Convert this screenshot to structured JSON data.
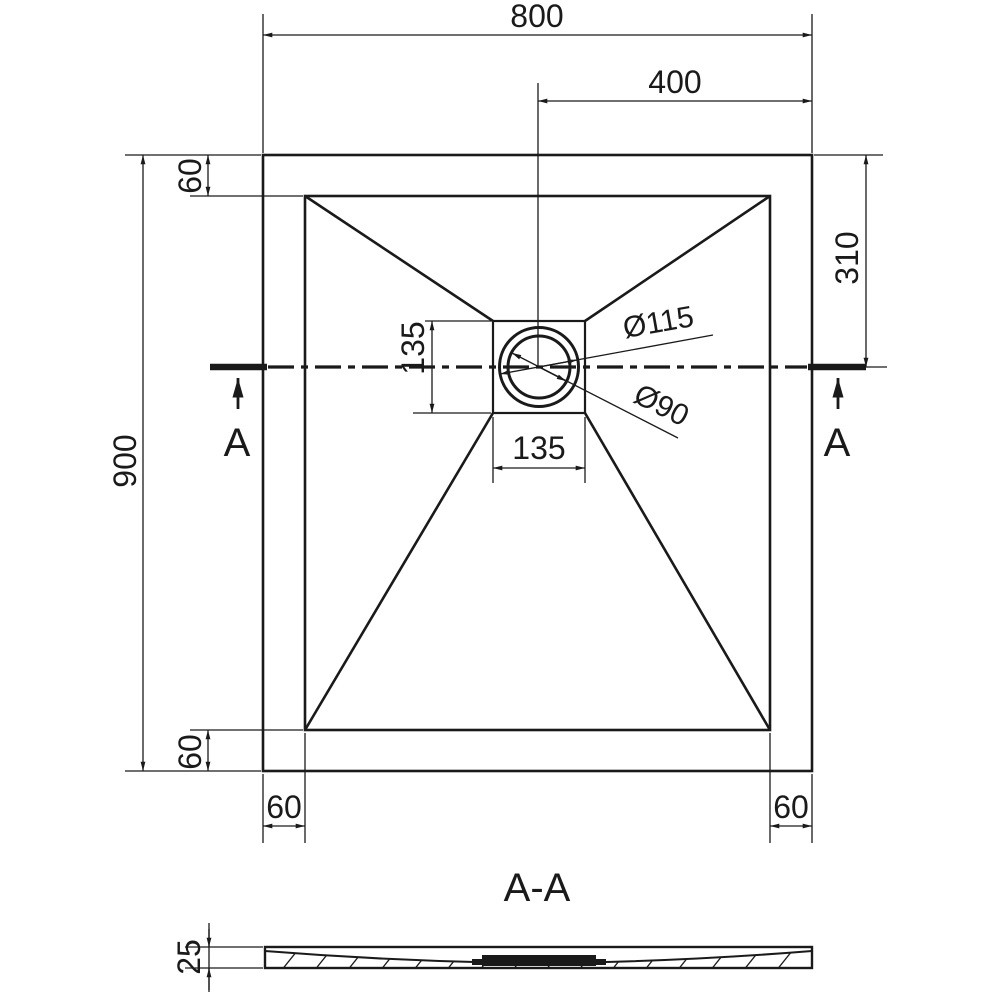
{
  "colors": {
    "line": "#1a1a1a",
    "background": "#ffffff"
  },
  "top_view": {
    "dim_overall_width": "800",
    "dim_drain_center_from_right": "400",
    "dim_overall_height": "900",
    "dim_rim_top": "60",
    "dim_rim_bottom": "60",
    "dim_rim_bottom_left": "60",
    "dim_rim_bottom_right": "60",
    "dim_drain_center_from_top": "310",
    "dim_drain_square_height": "135",
    "dim_drain_square_width": "135",
    "dim_drain_flange_diameter": "Ø115",
    "dim_drain_hole_diameter": "Ø90",
    "section_label_left": "A",
    "section_label_right": "A"
  },
  "section_view": {
    "title": "A-A",
    "dim_thickness": "25"
  }
}
